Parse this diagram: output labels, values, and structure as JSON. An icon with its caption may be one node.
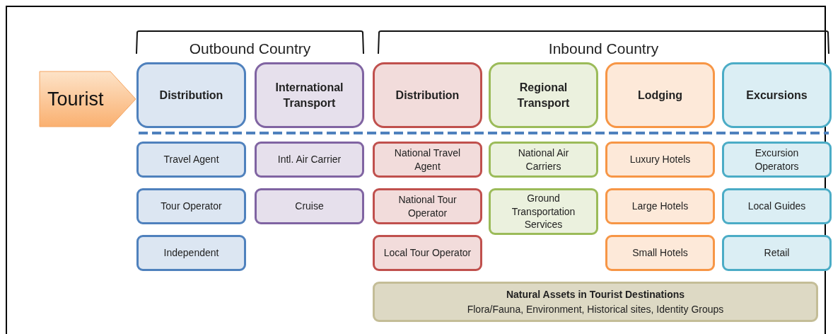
{
  "diagram": {
    "nodes": [
      {
        "text": [
          "Tourist"
        ]
      },
      {
        "text": [
          "Distribution"
        ]
      },
      {
        "text": [
          "International Transport"
        ]
      },
      {
        "text": [
          "Distribution"
        ]
      },
      {
        "text": [
          "Regional Transport"
        ]
      },
      {
        "text": [
          "Lodging"
        ]
      },
      {
        "text": [
          "Excursions"
        ]
      },
      {
        "text": [
          "Travel Agent"
        ]
      },
      {
        "text": [
          "Intl. Air Carrier"
        ]
      },
      {
        "text": [
          "National Travel Agent"
        ]
      },
      {
        "text": [
          "National Air Carriers"
        ]
      },
      {
        "text": [
          "Luxury Hotels"
        ]
      },
      {
        "text": [
          "Excursion Operators"
        ]
      },
      {
        "text": [
          "Tour Operator"
        ]
      },
      {
        "text": [
          "Cruise"
        ]
      },
      {
        "text": [
          "National Tour Operator"
        ]
      },
      {
        "text": [
          "Ground Transportation Services"
        ]
      },
      {
        "text": [
          "Large Hotels"
        ]
      },
      {
        "text": [
          "Local Guides"
        ]
      },
      {
        "text": [
          "Independent"
        ]
      },
      {
        "text": [
          "Local Tour Operator"
        ]
      },
      {
        "text": [
          "Small Hotels"
        ]
      },
      {
        "text": [
          "Retail"
        ]
      },
      {
        "text": [
          "Natural Assets in Tourist Destinations",
          "Flora/Fauna, Environment, Historical sites, Identity Groups"
        ]
      }
    ],
    "labels": [
      "Outbound Country",
      "Inbound Country"
    ]
  }
}
